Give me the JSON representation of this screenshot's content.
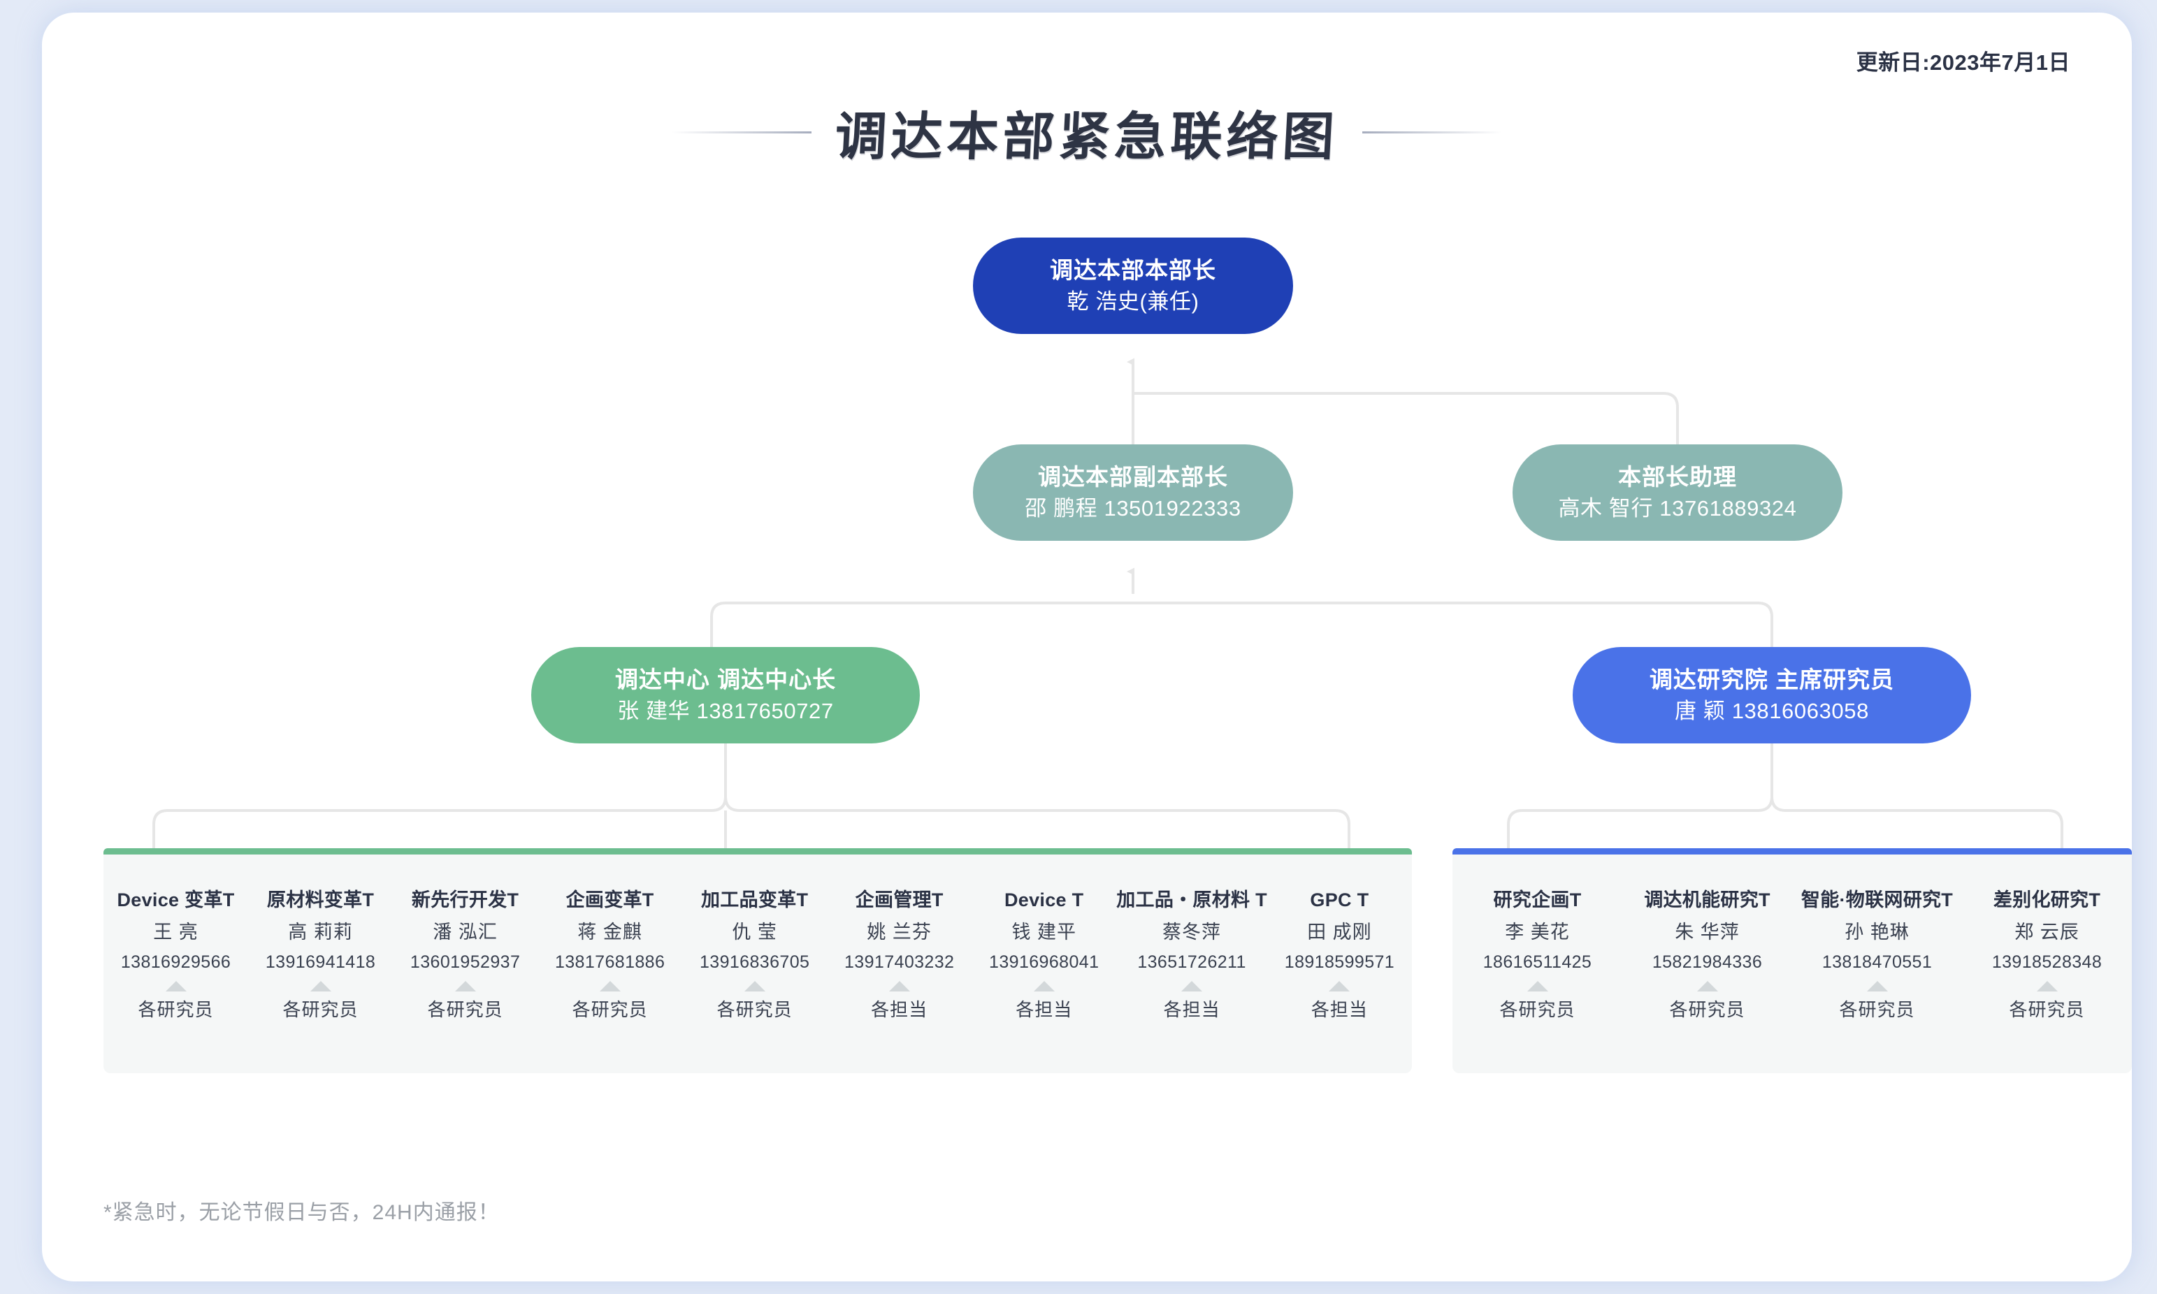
{
  "header": {
    "update_label": "更新日:2023年7月1日",
    "title": "调达本部紧急联络图"
  },
  "colors": {
    "head": "#1f40b5",
    "deputy": "#8ab7b2",
    "center": "#6cbd8f",
    "institute": "#4a72e8",
    "connector": "#e6e6e6",
    "panel_bg": "#f5f7f7"
  },
  "nodes": {
    "head": {
      "role": "调达本部本部长",
      "person": "乾 浩史(兼任)"
    },
    "deputy": {
      "role": "调达本部副本部长",
      "person": "邵 鹏程 13501922333"
    },
    "assistant": {
      "role": "本部长助理",
      "person": "高木 智行 13761889324"
    },
    "center": {
      "role": "调达中心 调达中心长",
      "person": "张 建华 13817650727"
    },
    "institute": {
      "role": "调达研究院 主席研究员",
      "person": "唐 颖 13816063058"
    }
  },
  "panels": {
    "left": {
      "columns": [
        {
          "team": "Device 变革T",
          "name": "王 亮",
          "tel": "13816929566",
          "sub": "各研究员"
        },
        {
          "team": "原材料变革T",
          "name": "高 莉莉",
          "tel": "13916941418",
          "sub": "各研究员"
        },
        {
          "team": "新先行开发T",
          "name": "潘 泓汇",
          "tel": "13601952937",
          "sub": "各研究员"
        },
        {
          "team": "企画变革T",
          "name": "蒋 金麒",
          "tel": "13817681886",
          "sub": "各研究员"
        },
        {
          "team": "加工品变革T",
          "name": "仇 莹",
          "tel": "13916836705",
          "sub": "各研究员"
        },
        {
          "team": "企画管理T",
          "name": "姚 兰芬",
          "tel": "13917403232",
          "sub": "各担当"
        },
        {
          "team": "Device T",
          "name": "钱 建平",
          "tel": "13916968041",
          "sub": "各担当"
        },
        {
          "team": "加工品・原材料 T",
          "name": "蔡冬萍",
          "tel": "13651726211",
          "sub": "各担当"
        },
        {
          "team": "GPC T",
          "name": "田 成刚",
          "tel": "18918599571",
          "sub": "各担当"
        }
      ]
    },
    "right": {
      "columns": [
        {
          "team": "研究企画T",
          "name": "李 美花",
          "tel": "18616511425",
          "sub": "各研究员"
        },
        {
          "team": "调达机能研究T",
          "name": "朱 华萍",
          "tel": "15821984336",
          "sub": "各研究员"
        },
        {
          "team": "智能·物联网研究T",
          "name": "孙 艳琳",
          "tel": "13818470551",
          "sub": "各研究员"
        },
        {
          "team": "差别化研究T",
          "name": "郑 云辰",
          "tel": "13918528348",
          "sub": "各研究员"
        }
      ]
    }
  },
  "footnote": "*紧急时，无论节假日与否，24H内通报！"
}
